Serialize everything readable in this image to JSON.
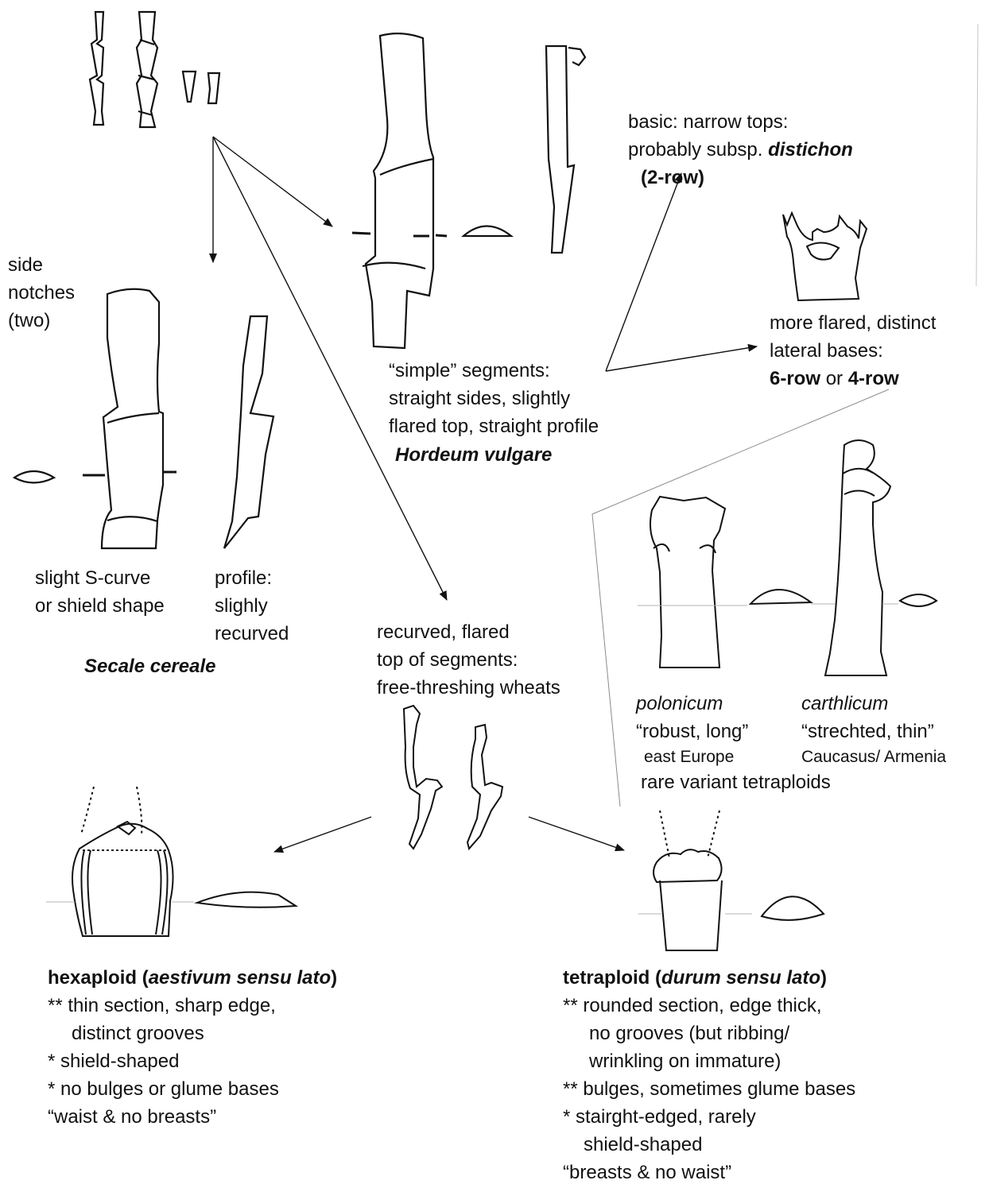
{
  "rye": {
    "notch_label": [
      "side",
      "notches",
      "(two)"
    ],
    "shape_caption": [
      "slight S-curve",
      "or shield shape"
    ],
    "profile_caption": [
      "profile:",
      "slighly",
      "recurved"
    ],
    "taxon": "Secale cereale"
  },
  "barley": {
    "simple_caption": [
      "“simple” segments:",
      "straight sides, slightly",
      "flared top, straight profile"
    ],
    "taxon": "Hordeum vulgare",
    "two_row": {
      "line1": "basic: narrow tops:",
      "line2_prefix": "probably subsp.",
      "line2_taxon": "distichon",
      "line3": "(2-row)"
    },
    "six_row": {
      "line1": "more flared, distinct",
      "line2": "lateral bases:",
      "line3_a": "6-row",
      "line3_or": "or",
      "line3_b": "4-row"
    }
  },
  "free_threshing": {
    "caption": [
      "recurved, flared",
      "top of segments:",
      "free-threshing wheats"
    ]
  },
  "variants": {
    "polonicum": {
      "name": "polonicum",
      "quote": "“robust, long”",
      "region": "east Europe"
    },
    "carthlicum": {
      "name": "carthlicum",
      "quote": "“strechted, thin”",
      "region": "Caucasus/ Armenia"
    },
    "note": "rare variant tetraploids"
  },
  "hexaploid": {
    "heading_pre": "hexaploid (",
    "heading_taxon": "aestivum sensu lato",
    "heading_post": ")",
    "lines": [
      "** thin section, sharp edge,",
      "distinct grooves",
      "* shield-shaped",
      "* no bulges or glume bases",
      "“waist & no breasts”"
    ]
  },
  "tetraploid": {
    "heading_pre": "tetraploid (",
    "heading_taxon": "durum sensu lato",
    "heading_post": ")",
    "lines": [
      "** rounded section, edge thick,",
      "no grooves (but ribbing/",
      "wrinkling on immature)",
      "** bulges, sometimes glume bases",
      "* stairght-edged, rarely",
      "shield-shaped",
      "“breasts & no waist”"
    ]
  }
}
